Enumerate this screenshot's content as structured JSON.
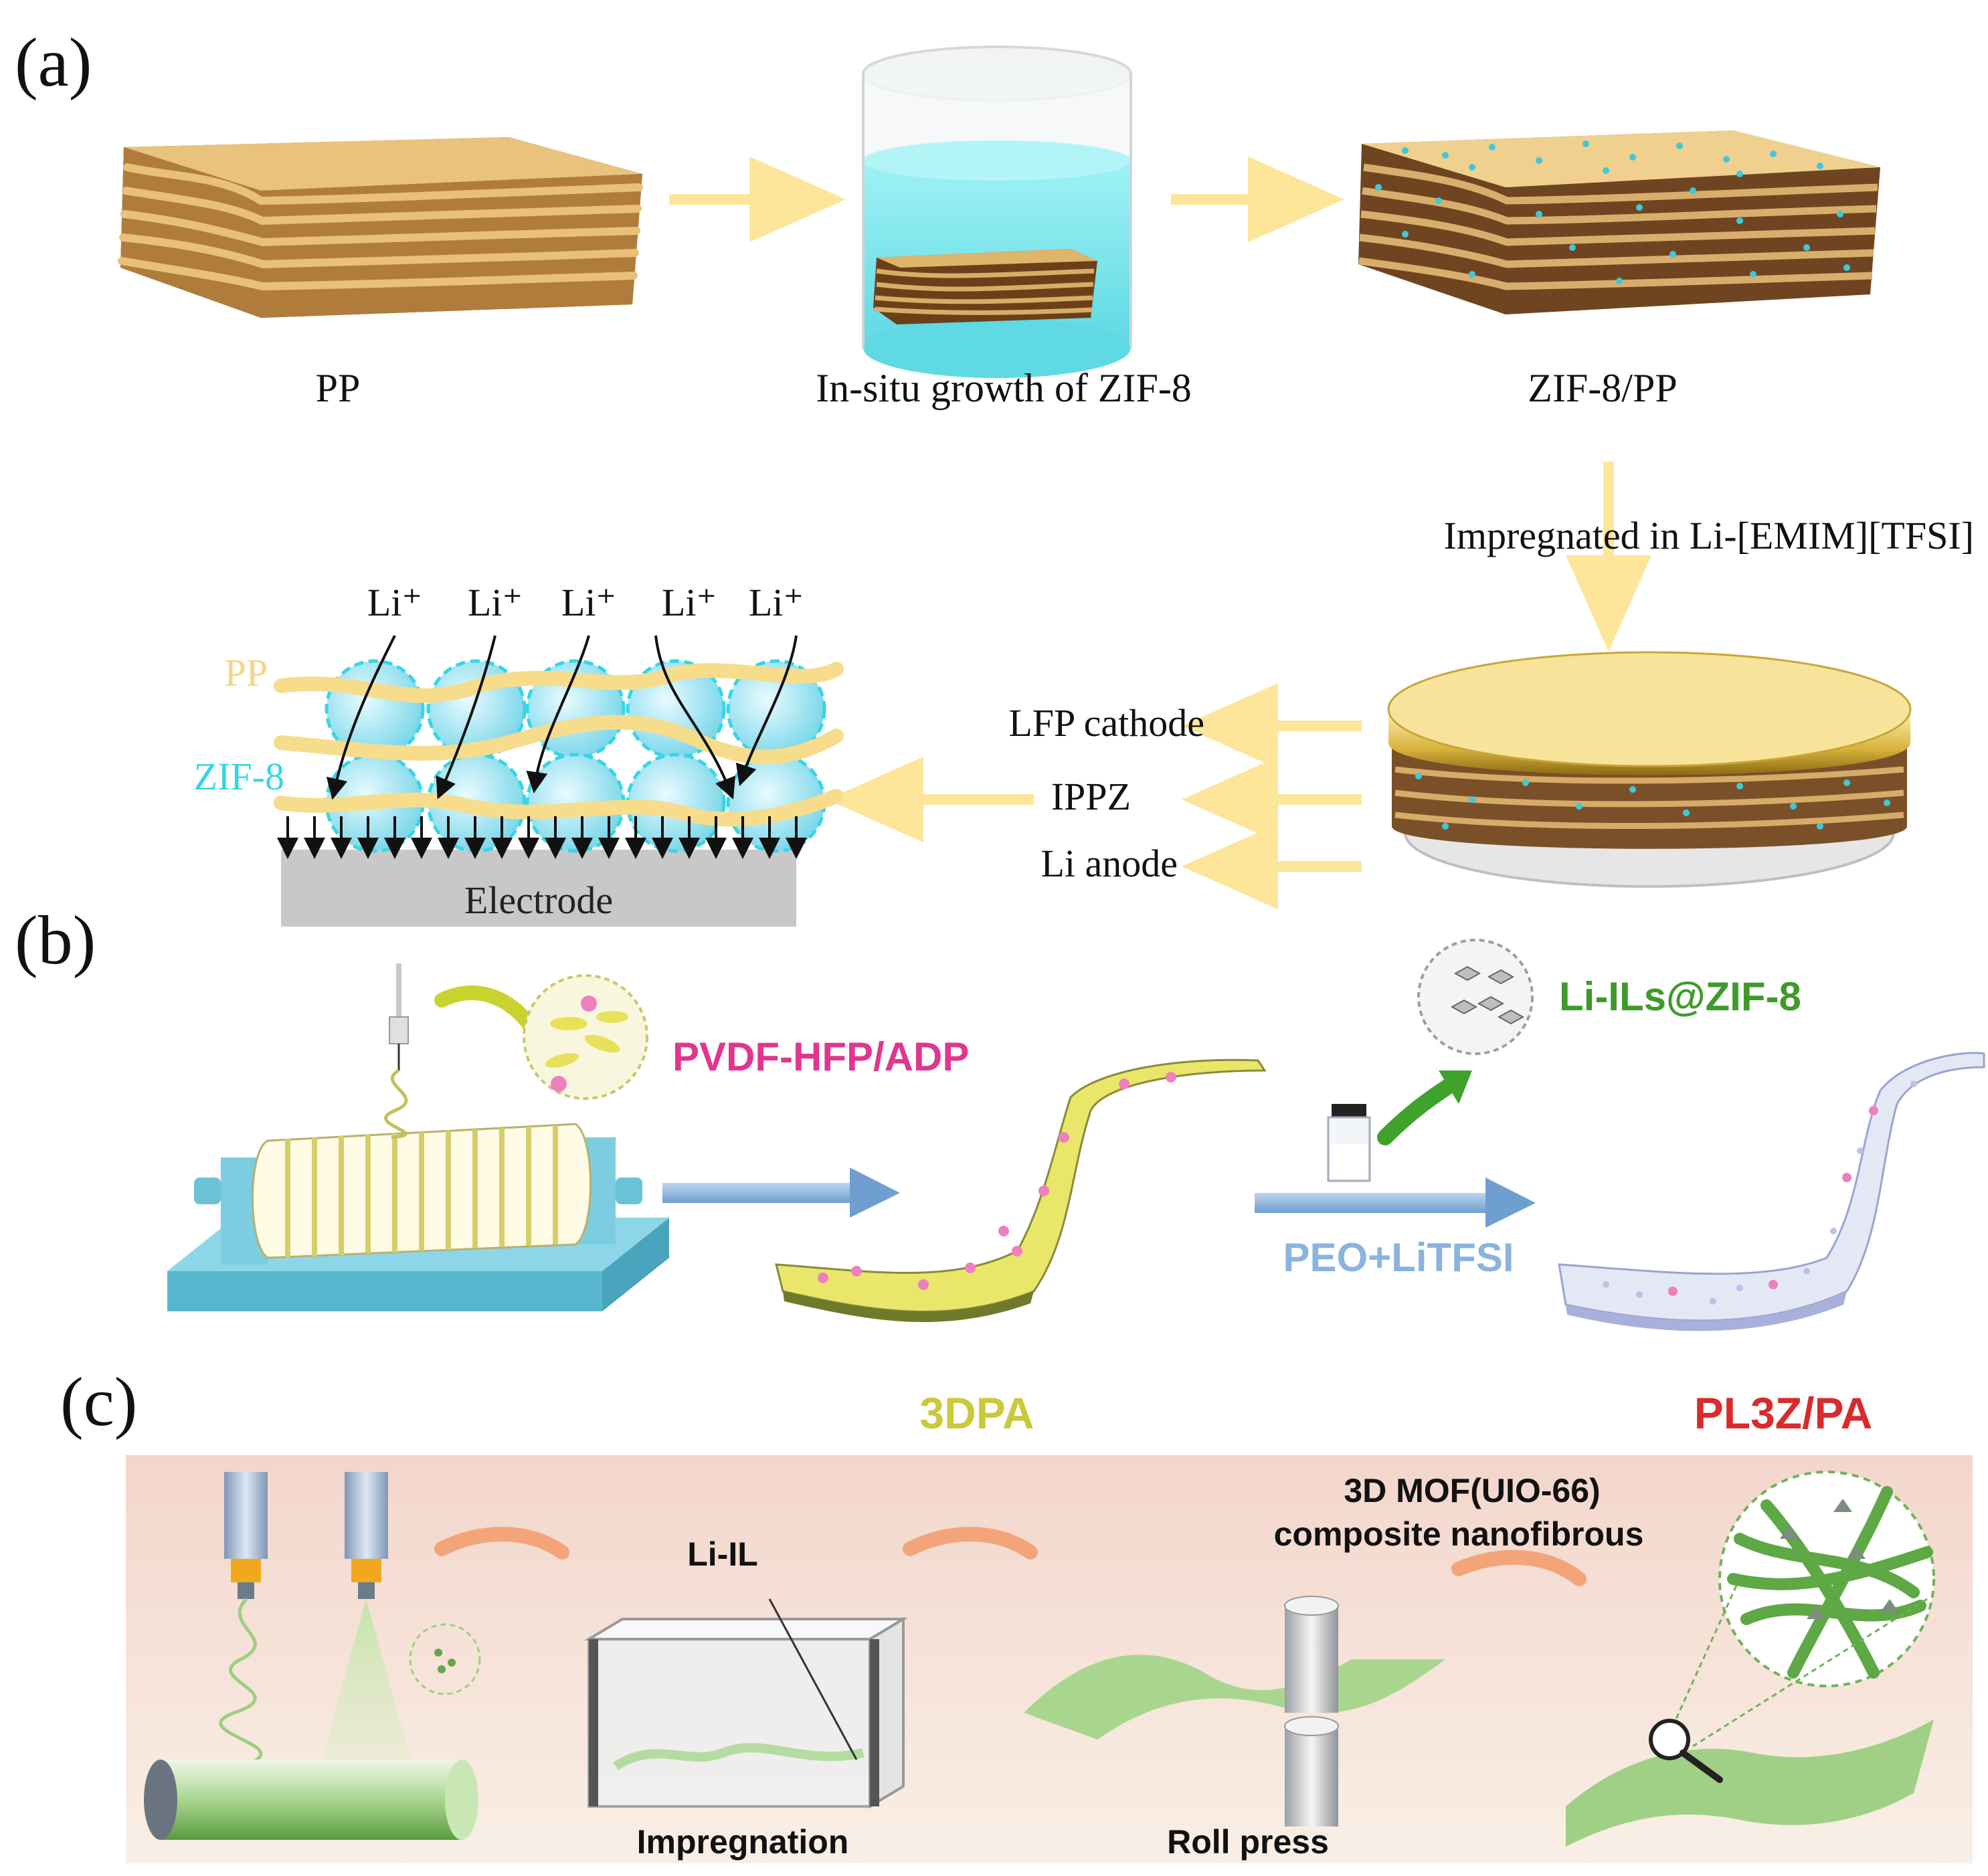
{
  "panel_a": {
    "label": "(a)",
    "pp_label": "PP",
    "growth_label": "In-situ growth of ZIF-8",
    "zif_pp_label": "ZIF-8/PP",
    "impregnated_label": "Impregnated in Li-[EMIM][TFSI]",
    "li_ions": [
      "Li⁺",
      "Li⁺",
      "Li⁺",
      "Li⁺",
      "Li⁺"
    ],
    "schematic_pp_label": "PP",
    "schematic_zif_label": "ZIF-8",
    "electrode_label": "Electrode",
    "cathode_label": "LFP cathode",
    "ippz_label": "IPPZ",
    "anode_label": "Li anode"
  },
  "panel_b": {
    "label": "(b)",
    "pvdf_label": "PVDF-HFP/ADP",
    "li_ils_label": "Li-ILs@ZIF-8",
    "peo_label": "PEO+LiTFSI",
    "dpa_label": "3DPA",
    "pl3z_label": "PL3Z/PA"
  },
  "panel_c": {
    "label": "(c)",
    "li_il_label": "Li-IL",
    "mof_label_line1": "3D MOF(UIO-66)",
    "mof_label_line2": "composite nanofibrous",
    "impregnation_label": "Impregnation",
    "roll_press_label": "Roll press"
  },
  "colors": {
    "sheet_tan": "#d6a865",
    "sheet_dark": "#8a5a28",
    "beaker_liquid": "#7fe8ee",
    "zif_cyan": "#35d6e6",
    "arrow_yellow": "#fde59a",
    "pp_yellow": "#f5dc8a",
    "electrode_gray": "#c8c8c8",
    "pink_label": "#e0368f",
    "green_label": "#3f9a2a",
    "red_label": "#d92b2b",
    "yellow_label": "#c9c93a",
    "blue_label": "#8ab3df",
    "panel_c_bg": "#f5ddd5",
    "fiber_green": "#74b95a"
  }
}
